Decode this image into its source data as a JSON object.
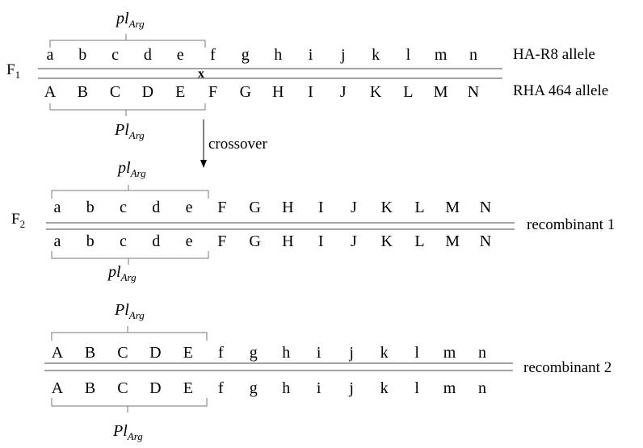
{
  "f1": {
    "generation": "F",
    "generation_sub": "1",
    "top_letters": [
      "a",
      "b",
      "c",
      "d",
      "e",
      "f",
      "g",
      "h",
      "i",
      "j",
      "k",
      "l",
      "m",
      "n"
    ],
    "bottom_letters": [
      "A",
      "B",
      "C",
      "D",
      "E",
      "F",
      "G",
      "H",
      "I",
      "J",
      "K",
      "L",
      "M",
      "N"
    ],
    "top_label": "HA-R8 allele",
    "bottom_label": "RHA 464 allele",
    "crossover_mark": "x",
    "brace_top": {
      "main": "pl",
      "sub": "Arg"
    },
    "brace_bottom": {
      "main": "Pl",
      "sub": "Arg"
    }
  },
  "crossover": {
    "label": "crossover"
  },
  "f2": {
    "generation": "F",
    "generation_sub": "2",
    "top_letters": [
      "a",
      "b",
      "c",
      "d",
      "e",
      "F",
      "G",
      "H",
      "I",
      "J",
      "K",
      "L",
      "M",
      "N"
    ],
    "bottom_letters": [
      "a",
      "b",
      "c",
      "d",
      "e",
      "F",
      "G",
      "H",
      "I",
      "J",
      "K",
      "L",
      "M",
      "N"
    ],
    "label": "recombinant 1",
    "brace_top": {
      "main": "pl",
      "sub": "Arg"
    },
    "brace_bottom": {
      "main": "pl",
      "sub": "Arg"
    }
  },
  "r2": {
    "top_letters": [
      "A",
      "B",
      "C",
      "D",
      "E",
      "f",
      "g",
      "h",
      "i",
      "j",
      "k",
      "l",
      "m",
      "n"
    ],
    "bottom_letters": [
      "A",
      "B",
      "C",
      "D",
      "E",
      "f",
      "g",
      "h",
      "i",
      "j",
      "k",
      "l",
      "m",
      "n"
    ],
    "label": "recombinant 2",
    "brace_top": {
      "main": "Pl",
      "sub": "Arg"
    },
    "brace_bottom": {
      "main": "Pl",
      "sub": "Arg"
    }
  }
}
